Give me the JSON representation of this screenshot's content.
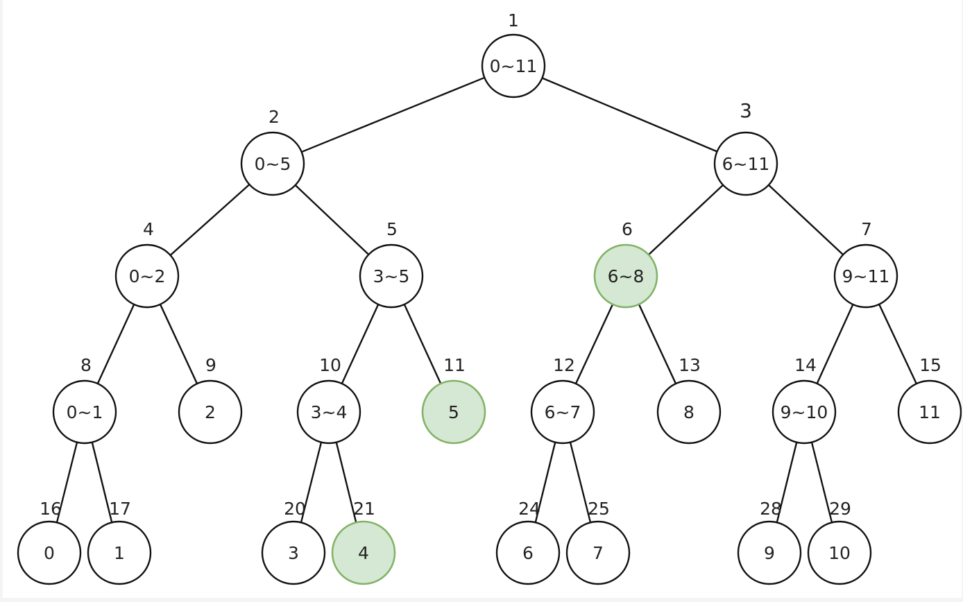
{
  "diagram": {
    "highlight_fill": "#d5e8d4",
    "highlight_stroke": "#82b366",
    "nodes": [
      {
        "index": "1",
        "label": "0~11",
        "highlight": false
      },
      {
        "index": "2",
        "label": "0~5",
        "highlight": false
      },
      {
        "index": "3",
        "label": "6~11",
        "highlight": false
      },
      {
        "index": "4",
        "label": "0~2",
        "highlight": false
      },
      {
        "index": "5",
        "label": "3~5",
        "highlight": false
      },
      {
        "index": "6",
        "label": "6~8",
        "highlight": true
      },
      {
        "index": "7",
        "label": "9~11",
        "highlight": false
      },
      {
        "index": "8",
        "label": "0~1",
        "highlight": false
      },
      {
        "index": "9",
        "label": "2",
        "highlight": false
      },
      {
        "index": "10",
        "label": "3~4",
        "highlight": false
      },
      {
        "index": "11",
        "label": "5",
        "highlight": true
      },
      {
        "index": "12",
        "label": "6~7",
        "highlight": false
      },
      {
        "index": "13",
        "label": "8",
        "highlight": false
      },
      {
        "index": "14",
        "label": "9~10",
        "highlight": false
      },
      {
        "index": "15",
        "label": "11",
        "highlight": false
      },
      {
        "index": "16",
        "label": "0",
        "highlight": false
      },
      {
        "index": "17",
        "label": "1",
        "highlight": false
      },
      {
        "index": "20",
        "label": "3",
        "highlight": false
      },
      {
        "index": "21",
        "label": "4",
        "highlight": true
      },
      {
        "index": "24",
        "label": "6",
        "highlight": false
      },
      {
        "index": "25",
        "label": "7",
        "highlight": false
      },
      {
        "index": "28",
        "label": "9",
        "highlight": false
      },
      {
        "index": "29",
        "label": "10",
        "highlight": false
      }
    ],
    "edges": [
      [
        "1",
        "2"
      ],
      [
        "1",
        "3"
      ],
      [
        "2",
        "4"
      ],
      [
        "2",
        "5"
      ],
      [
        "3",
        "6"
      ],
      [
        "3",
        "7"
      ],
      [
        "4",
        "8"
      ],
      [
        "4",
        "9"
      ],
      [
        "5",
        "10"
      ],
      [
        "5",
        "11"
      ],
      [
        "6",
        "12"
      ],
      [
        "6",
        "13"
      ],
      [
        "7",
        "14"
      ],
      [
        "7",
        "15"
      ],
      [
        "8",
        "16"
      ],
      [
        "8",
        "17"
      ],
      [
        "10",
        "20"
      ],
      [
        "10",
        "21"
      ],
      [
        "12",
        "24"
      ],
      [
        "12",
        "25"
      ],
      [
        "14",
        "28"
      ],
      [
        "14",
        "29"
      ]
    ]
  }
}
